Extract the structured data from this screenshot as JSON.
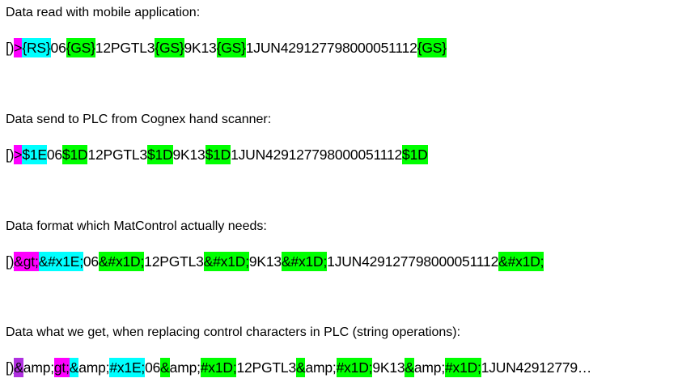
{
  "blocks": [
    {
      "heading": "Data read with mobile application:",
      "segments": [
        {
          "text": "[)",
          "hl": ""
        },
        {
          "text": ">",
          "hl": "magenta"
        },
        {
          "text": "{RS}",
          "hl": "cyan"
        },
        {
          "text": "06",
          "hl": ""
        },
        {
          "text": "{GS}",
          "hl": "green"
        },
        {
          "text": "12PGTL3",
          "hl": ""
        },
        {
          "text": "{GS}",
          "hl": "green"
        },
        {
          "text": "9K13",
          "hl": ""
        },
        {
          "text": "{GS}",
          "hl": "green"
        },
        {
          "text": "1JUN429127798000051112",
          "hl": ""
        },
        {
          "text": "{GS}",
          "hl": "green"
        }
      ]
    },
    {
      "heading": "Data send to PLC from Cognex hand scanner:",
      "segments": [
        {
          "text": "[)",
          "hl": ""
        },
        {
          "text": ">",
          "hl": "magenta"
        },
        {
          "text": "$1E",
          "hl": "cyan"
        },
        {
          "text": "06",
          "hl": ""
        },
        {
          "text": "$1D",
          "hl": "green"
        },
        {
          "text": "12PGTL3",
          "hl": ""
        },
        {
          "text": "$1D",
          "hl": "green"
        },
        {
          "text": "9K13",
          "hl": ""
        },
        {
          "text": "$1D",
          "hl": "green"
        },
        {
          "text": "1JUN429127798000051112",
          "hl": ""
        },
        {
          "text": "$1D",
          "hl": "green"
        }
      ]
    },
    {
      "heading": "Data format which MatControl actually needs:",
      "segments": [
        {
          "text": "[)",
          "hl": "",
          "spell": true
        },
        {
          "text": "&gt;",
          "hl": "magenta"
        },
        {
          "text": "&#x1E;",
          "hl": "cyan"
        },
        {
          "text": "06",
          "hl": ""
        },
        {
          "text": "&#x1D;",
          "hl": "green"
        },
        {
          "text": "12PGTL3",
          "hl": ""
        },
        {
          "text": "&#x1D;",
          "hl": "green"
        },
        {
          "text": "9K13",
          "hl": ""
        },
        {
          "text": "&#x1D;",
          "hl": "green"
        },
        {
          "text": "1JUN429127798000051112",
          "hl": ""
        },
        {
          "text": "&#x1D;",
          "hl": "green"
        }
      ]
    },
    {
      "heading": "Data what we get, when replacing control characters in PLC (string operations):",
      "segments": [
        {
          "text": "[)",
          "hl": "",
          "spell": true
        },
        {
          "text": "&",
          "hl": "purple"
        },
        {
          "text": "amp;",
          "hl": ""
        },
        {
          "text": "gt;",
          "hl": "magenta"
        },
        {
          "text": "&",
          "hl": "cyan"
        },
        {
          "text": "amp;",
          "hl": ""
        },
        {
          "text": "#x1E;",
          "hl": "cyan"
        },
        {
          "text": "06",
          "hl": ""
        },
        {
          "text": "&",
          "hl": "green"
        },
        {
          "text": "amp;",
          "hl": ""
        },
        {
          "text": "#x1D;",
          "hl": "green"
        },
        {
          "text": "12PGTL3",
          "hl": ""
        },
        {
          "text": "&",
          "hl": "green"
        },
        {
          "text": "amp;",
          "hl": ""
        },
        {
          "text": "#x1D;",
          "hl": "green"
        },
        {
          "text": "9K13",
          "hl": ""
        },
        {
          "text": "&",
          "hl": "green"
        },
        {
          "text": "amp;",
          "hl": ""
        },
        {
          "text": "#x1D;",
          "hl": "green"
        },
        {
          "text": " 1JUN42912779…",
          "hl": ""
        }
      ]
    }
  ]
}
